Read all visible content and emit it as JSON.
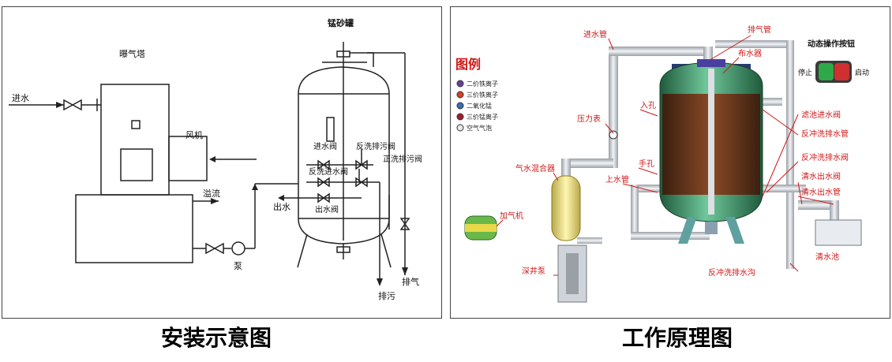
{
  "install": {
    "caption": "安装示意图",
    "labels": {
      "aeration_tower": "曝气塔",
      "manganese_tank": "锰砂罐",
      "water_in": "进水",
      "fan": "风机",
      "overflow": "溢流",
      "pump": "泵",
      "water_out": "出水",
      "inlet_valve": "进水阀",
      "backwash_drain_valve": "反洗排污阀",
      "backwash_inlet_valve": "反洗进水阀",
      "forward_wash_drain_valve": "正洗排污阀",
      "outlet_valve": "出水阀",
      "vent": "排气",
      "drain": "排污"
    }
  },
  "principle": {
    "caption": "工作原理图",
    "legend_title": "图例",
    "legend": [
      {
        "label": "二价铁离子",
        "color": "#6a3fa0"
      },
      {
        "label": "三价铁离子",
        "color": "#d8402a"
      },
      {
        "label": "二氧化锰",
        "color": "#3a6fb0"
      },
      {
        "label": "三价锰离子",
        "color": "#a0202a"
      },
      {
        "label": "空气气泡",
        "color": "#e8e8f0"
      }
    ],
    "labels": {
      "inlet_pipe": "进水管",
      "vent_pipe": "排气管",
      "distributor": "布水器",
      "pressure_gauge": "压力表",
      "manhole": "入孔",
      "hand_hole": "手孔",
      "upper_pipe": "上水管",
      "gas_water_mixer": "气水混合器",
      "aerator": "加气机",
      "deep_well_pump": "深井泵",
      "filter_inlet_valve": "滤池进水阀",
      "backwash_drain_pipe": "反冲洗排水管",
      "backwash_drain_valve": "反冲洗排水阀",
      "clear_outlet_valve": "清水出水阀",
      "clear_outlet_pipe": "清水出水管",
      "clear_pool": "清水池",
      "backwash_ditch": "反冲洗排水沟",
      "control_title": "动态操作按钮",
      "stop": "停止",
      "start": "启动"
    },
    "colors": {
      "label_red": "#d01818",
      "tank_green": "#3f8a60",
      "pipe_gray": "#c8ccd2",
      "media_brown": "#6a3a1e"
    }
  }
}
